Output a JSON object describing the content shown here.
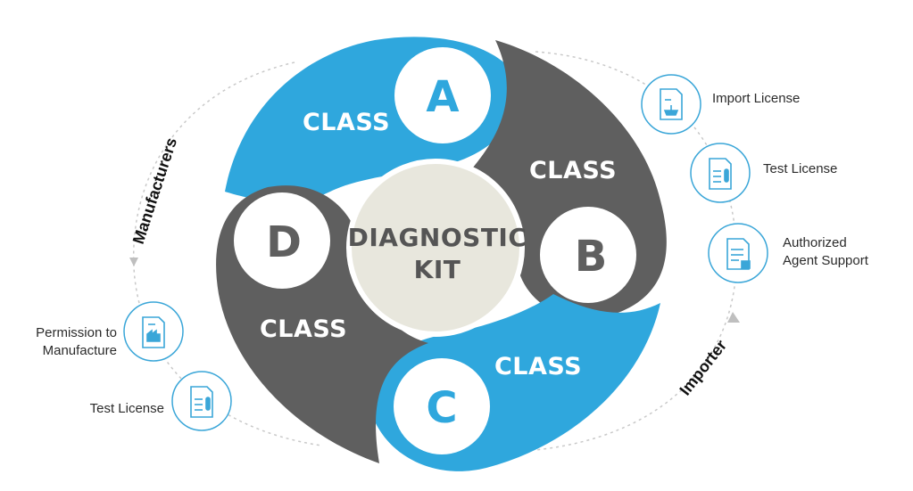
{
  "center": {
    "line1": "DIAGNOSTIC",
    "line2": "KIT"
  },
  "classes": [
    {
      "word": "CLASS",
      "letter": "A"
    },
    {
      "word": "CLASS",
      "letter": "B"
    },
    {
      "word": "CLASS",
      "letter": "C"
    },
    {
      "word": "CLASS",
      "letter": "D"
    }
  ],
  "manufacturers": {
    "label": "Manufacturers",
    "items": [
      {
        "line1": "Permission to",
        "line2": "Manufacture",
        "icon": "document-factory-icon"
      },
      {
        "line1": "Test License",
        "icon": "document-test-tube-icon"
      }
    ]
  },
  "importer": {
    "label": "Importer",
    "items": [
      {
        "line1": "Import License",
        "icon": "document-ship-icon"
      },
      {
        "line1": "Test License",
        "icon": "document-test-tube-icon"
      },
      {
        "line1": "Authorized",
        "line2": "Agent Support",
        "icon": "document-thumbs-up-icon"
      }
    ]
  },
  "colors": {
    "blue": "#2fa7dd",
    "gray": "#5f5f5f",
    "center": "#e8e7dd",
    "icon": "#3aa6d8"
  }
}
